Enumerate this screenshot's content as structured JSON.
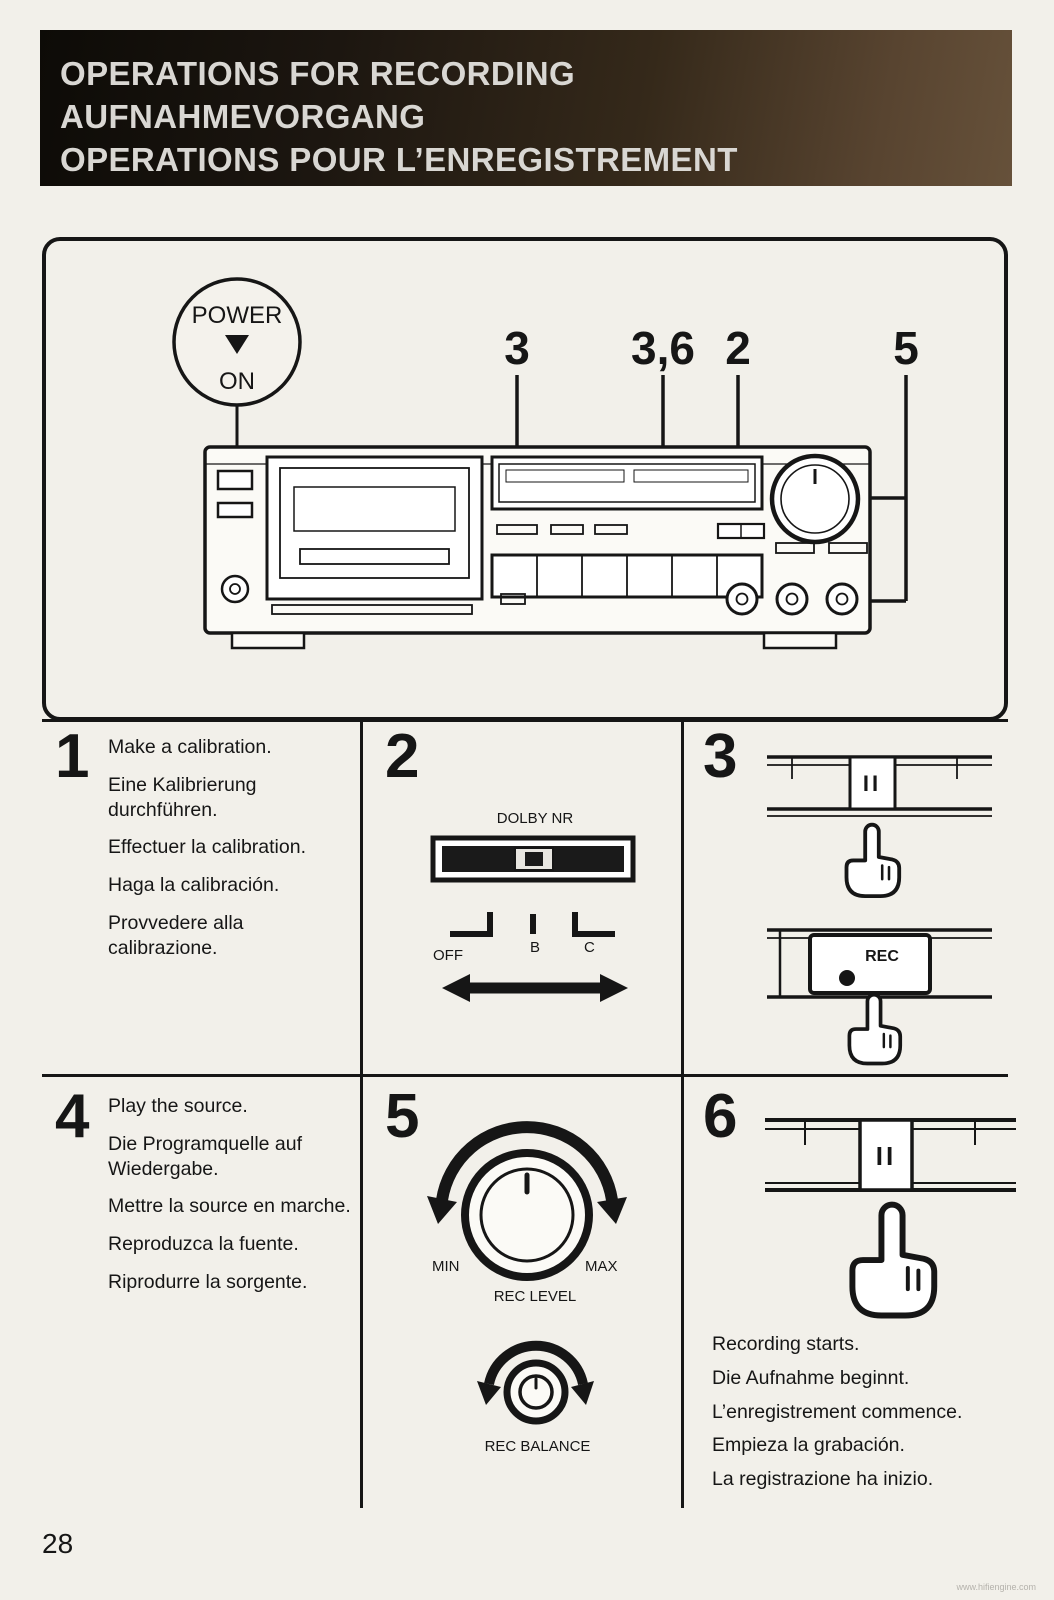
{
  "page": {
    "number": "28",
    "watermark": "www.hifiengine.com"
  },
  "header": {
    "line1": "OPERATIONS FOR RECORDING",
    "line2": "AUFNAHMEVORGANG",
    "line3": "OPERATIONS POUR L’ENREGISTREMENT"
  },
  "diagram": {
    "power_label": "POWER",
    "on_label": "ON",
    "callout_3": "3",
    "callout_36": "3,6",
    "callout_2": "2",
    "callout_5": "5"
  },
  "steps": {
    "s1": {
      "num": "1",
      "lines": [
        "Make a calibration.",
        "Eine Kalibrierung durchführen.",
        "Effectuer la calibration.",
        "Haga la calibración.",
        "Provvedere alla calibrazione."
      ]
    },
    "s2": {
      "num": "2",
      "dolby_label": "DOLBY NR",
      "off": "OFF",
      "b": "B",
      "c": "C"
    },
    "s3": {
      "num": "3",
      "pause_label": "II",
      "rec_label": "REC"
    },
    "s4": {
      "num": "4",
      "lines": [
        "Play the source.",
        "Die Programquelle auf Wiedergabe.",
        "Mettre la source en marche.",
        "Reproduzca la fuente.",
        "Riprodurre la sorgente."
      ]
    },
    "s5": {
      "num": "5",
      "min": "MIN",
      "max": "MAX",
      "level_label": "REC LEVEL",
      "balance_label": "REC BALANCE"
    },
    "s6": {
      "num": "6",
      "pause_label": "II",
      "lines": [
        "Recording starts.",
        "Die Aufnahme beginnt.",
        "L’enregistrement commence.",
        "Empieza la grabación.",
        "La registrazione ha inizio."
      ]
    }
  }
}
